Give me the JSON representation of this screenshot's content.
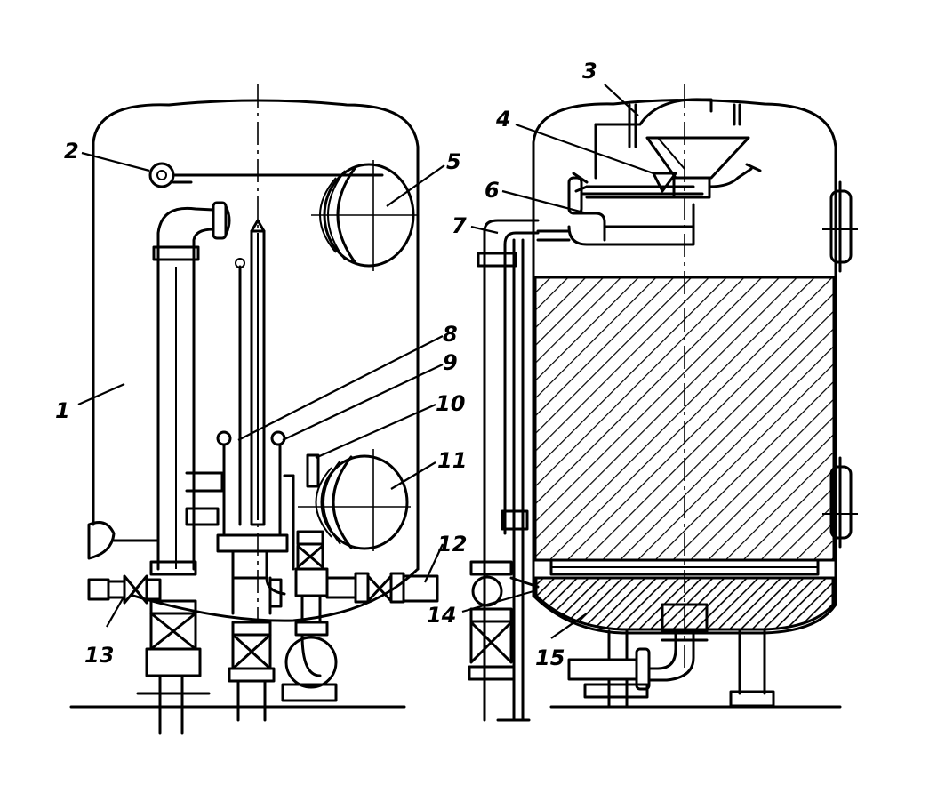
{
  "labels": {
    "l1": "1",
    "l2": "2",
    "l3": "3",
    "l4": "4",
    "l5": "5",
    "l6": "6",
    "l7": "7",
    "l8": "8",
    "l9": "9",
    "l10": "10",
    "l11": "11",
    "l12": "12",
    "l13": "13",
    "l14": "14",
    "l15": "15"
  },
  "colors": {
    "ink": "#000000",
    "paper": "#ffffff"
  }
}
